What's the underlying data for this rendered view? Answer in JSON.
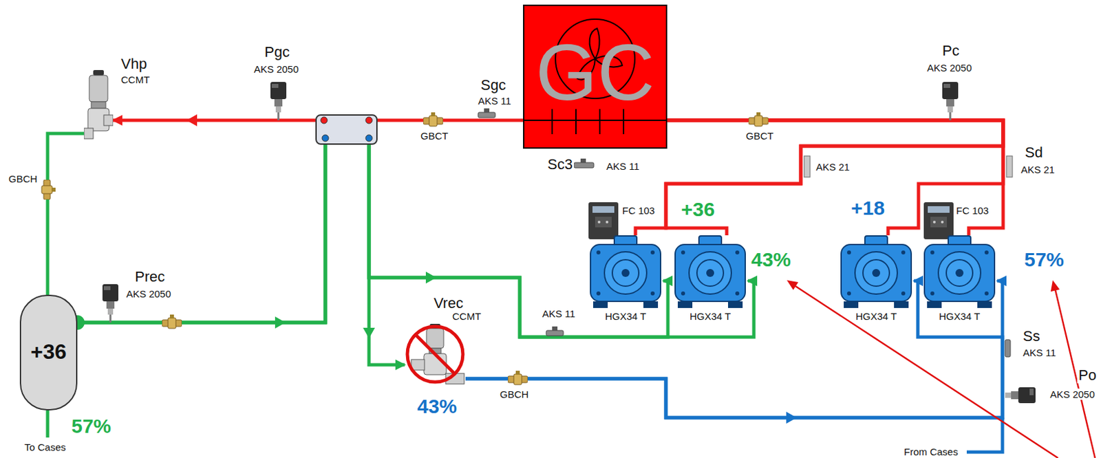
{
  "diagram": {
    "nodes": [
      {
        "text": [
          "Vhp",
          "CCMT"
        ]
      },
      {
        "text": [
          "GC"
        ]
      },
      {
        "text": [
          "+36"
        ]
      },
      {
        "text": [
          "Vrec",
          "CCMT"
        ]
      },
      {
        "text": [
          "HGX34 T"
        ]
      },
      {
        "text": [
          "HGX34 T"
        ]
      },
      {
        "text": [
          "HGX34 T"
        ]
      },
      {
        "text": [
          "HGX34 T"
        ]
      }
    ],
    "edges": [
      {
        "from": 1,
        "to": 0,
        "arrow": "to"
      },
      {
        "from": 0,
        "to": 2,
        "arrow": "none"
      },
      {
        "from": 2,
        "to": 4,
        "arrow": "to"
      },
      {
        "from": 2,
        "to": 5,
        "arrow": "to"
      },
      {
        "from": 2,
        "to": 3,
        "arrow": "to"
      },
      {
        "from": 3,
        "to": 6,
        "arrow": "to"
      },
      {
        "from": 3,
        "to": 7,
        "arrow": "to"
      },
      {
        "from": 4,
        "to": 1,
        "arrow": "none"
      },
      {
        "from": 5,
        "to": 1,
        "arrow": "none"
      },
      {
        "from": 6,
        "to": 1,
        "arrow": "none"
      },
      {
        "from": 7,
        "to": 1,
        "arrow": "none"
      }
    ],
    "labels": [
      "Pgc",
      "AKS 2050",
      "Pc",
      "AKS 2050",
      "Sgc",
      "AKS 11",
      "GBCT",
      "GBCT",
      "Sc3",
      "AKS 11",
      "AKS 21",
      "Sd",
      "AKS 21",
      "GBCH",
      "+36",
      "+18",
      "FC 103",
      "FC 103",
      "43%",
      "57%",
      "Prec",
      "AKS 2050",
      "AKS 11",
      "Ss",
      "AKS 11",
      "Po",
      "AKS 2050",
      "GBCH",
      "43%",
      "57%",
      "To Cases",
      "From Cases"
    ]
  }
}
